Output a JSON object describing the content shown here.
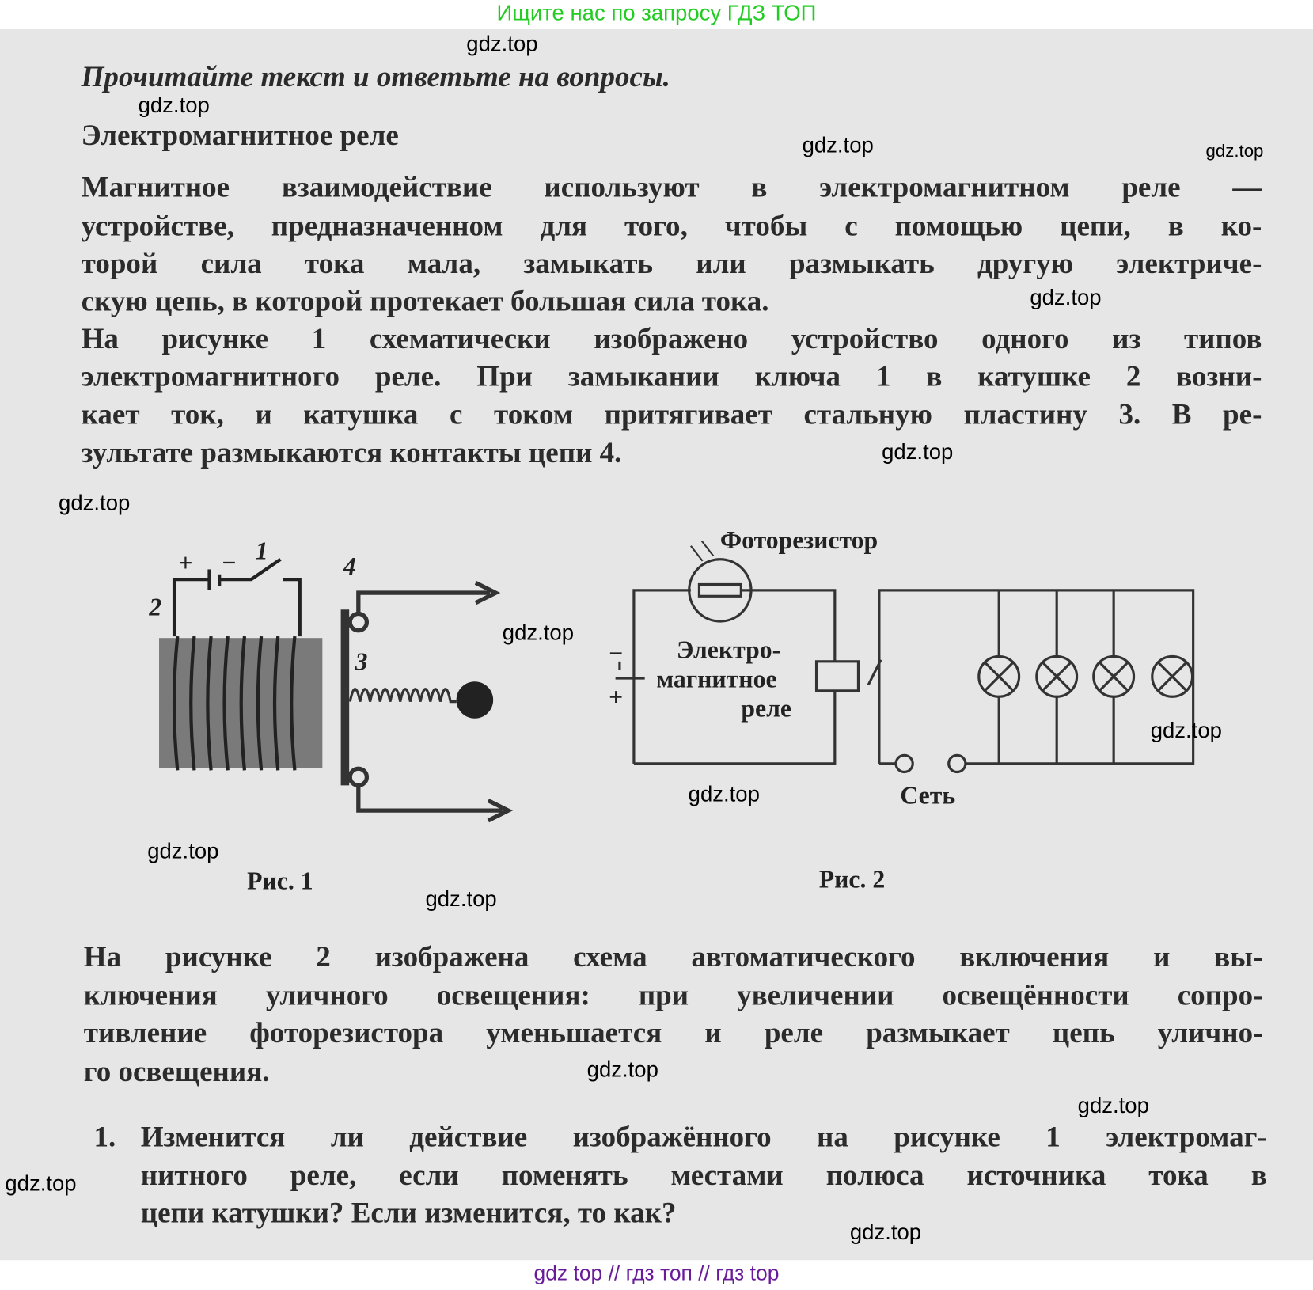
{
  "banner": "Ищите нас по запросу ГДЗ ТОП",
  "footer": "gdz top  //  гдз топ  //  гдз top",
  "instruction": "Прочитайте текст и ответьте на вопросы.",
  "heading": "Электромагнитное реле",
  "paragraph1": [
    "Магнитное взаимодействие используют в электромагнитном реле —",
    "устройстве, предназначенном для того, чтобы с помощью цепи, в ко-",
    "торой сила тока мала, замыкать или размыкать другую электриче-",
    "скую цепь, в которой протекает большая сила тока.",
    "На рисунке 1 схематически изображено устройство одного из типов",
    "электромагнитного реле. При замыкании ключа 1 в катушке 2 возни-",
    "кает ток, и катушка с током притягивает стальную пластину 3. В ре-",
    "зультате размыкаются контакты цепи 4."
  ],
  "figure1": {
    "caption": "Рис. 1",
    "labels": {
      "key": "1",
      "coil": "2",
      "plate": "3",
      "contacts": "4",
      "plus": "+",
      "minus": "−"
    }
  },
  "figure2": {
    "caption": "Рис. 2",
    "photoresistor": "Фоторезистор",
    "relay": [
      "Электро-",
      "магнитное",
      "реле"
    ],
    "network": "Сеть",
    "minus": "−",
    "plus": "+"
  },
  "paragraph2": [
    "На рисунке 2 изображена схема автоматического включения и вы-",
    "ключения уличного освещения: при увеличении освещённости сопро-",
    "тивление фоторезистора уменьшается и реле размыкает цепь улично-",
    "го освещения."
  ],
  "question": {
    "number": "1.",
    "lines": [
      "Изменится ли действие изображённого на рисунке 1 электромаг-",
      "нитного реле, если поменять местами полюса источника тока в",
      "цепи катушки? Если изменится, то как?"
    ]
  },
  "watermark": "gdz.top"
}
